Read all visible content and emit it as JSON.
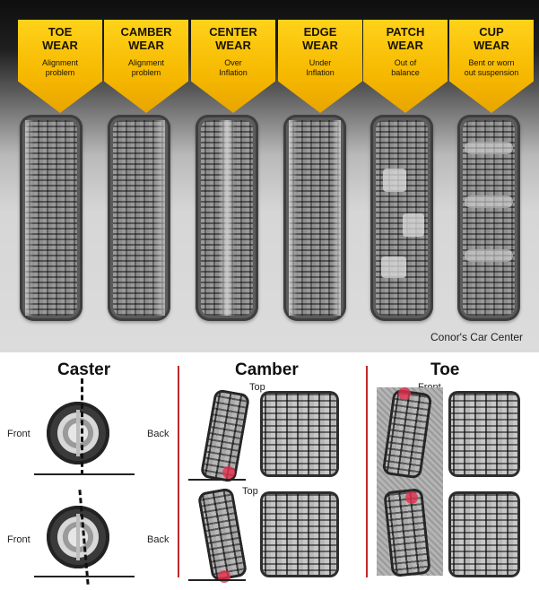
{
  "wear_patterns": [
    {
      "title": "TOE\nWEAR",
      "cause": "Alignment\nproblem"
    },
    {
      "title": "CAMBER\nWEAR",
      "cause": "Alignment\nproblem"
    },
    {
      "title": "CENTER\nWEAR",
      "cause": "Over\nInflation"
    },
    {
      "title": "EDGE\nWEAR",
      "cause": "Under\nInflation"
    },
    {
      "title": "PATCH\nWEAR",
      "cause": "Out of\nbalance"
    },
    {
      "title": "CUP\nWEAR",
      "cause": "Bent or worn\nout suspension"
    }
  ],
  "credit": "Conor's Car Center",
  "alignment": {
    "caster": {
      "title": "Caster",
      "front": "Front",
      "back": "Back"
    },
    "camber": {
      "title": "Camber",
      "top": "Top"
    },
    "toe": {
      "title": "Toe",
      "front": "Front"
    }
  },
  "colors": {
    "banner": "#f6b800",
    "divider": "#c2272d",
    "marker": "#e2304e"
  }
}
